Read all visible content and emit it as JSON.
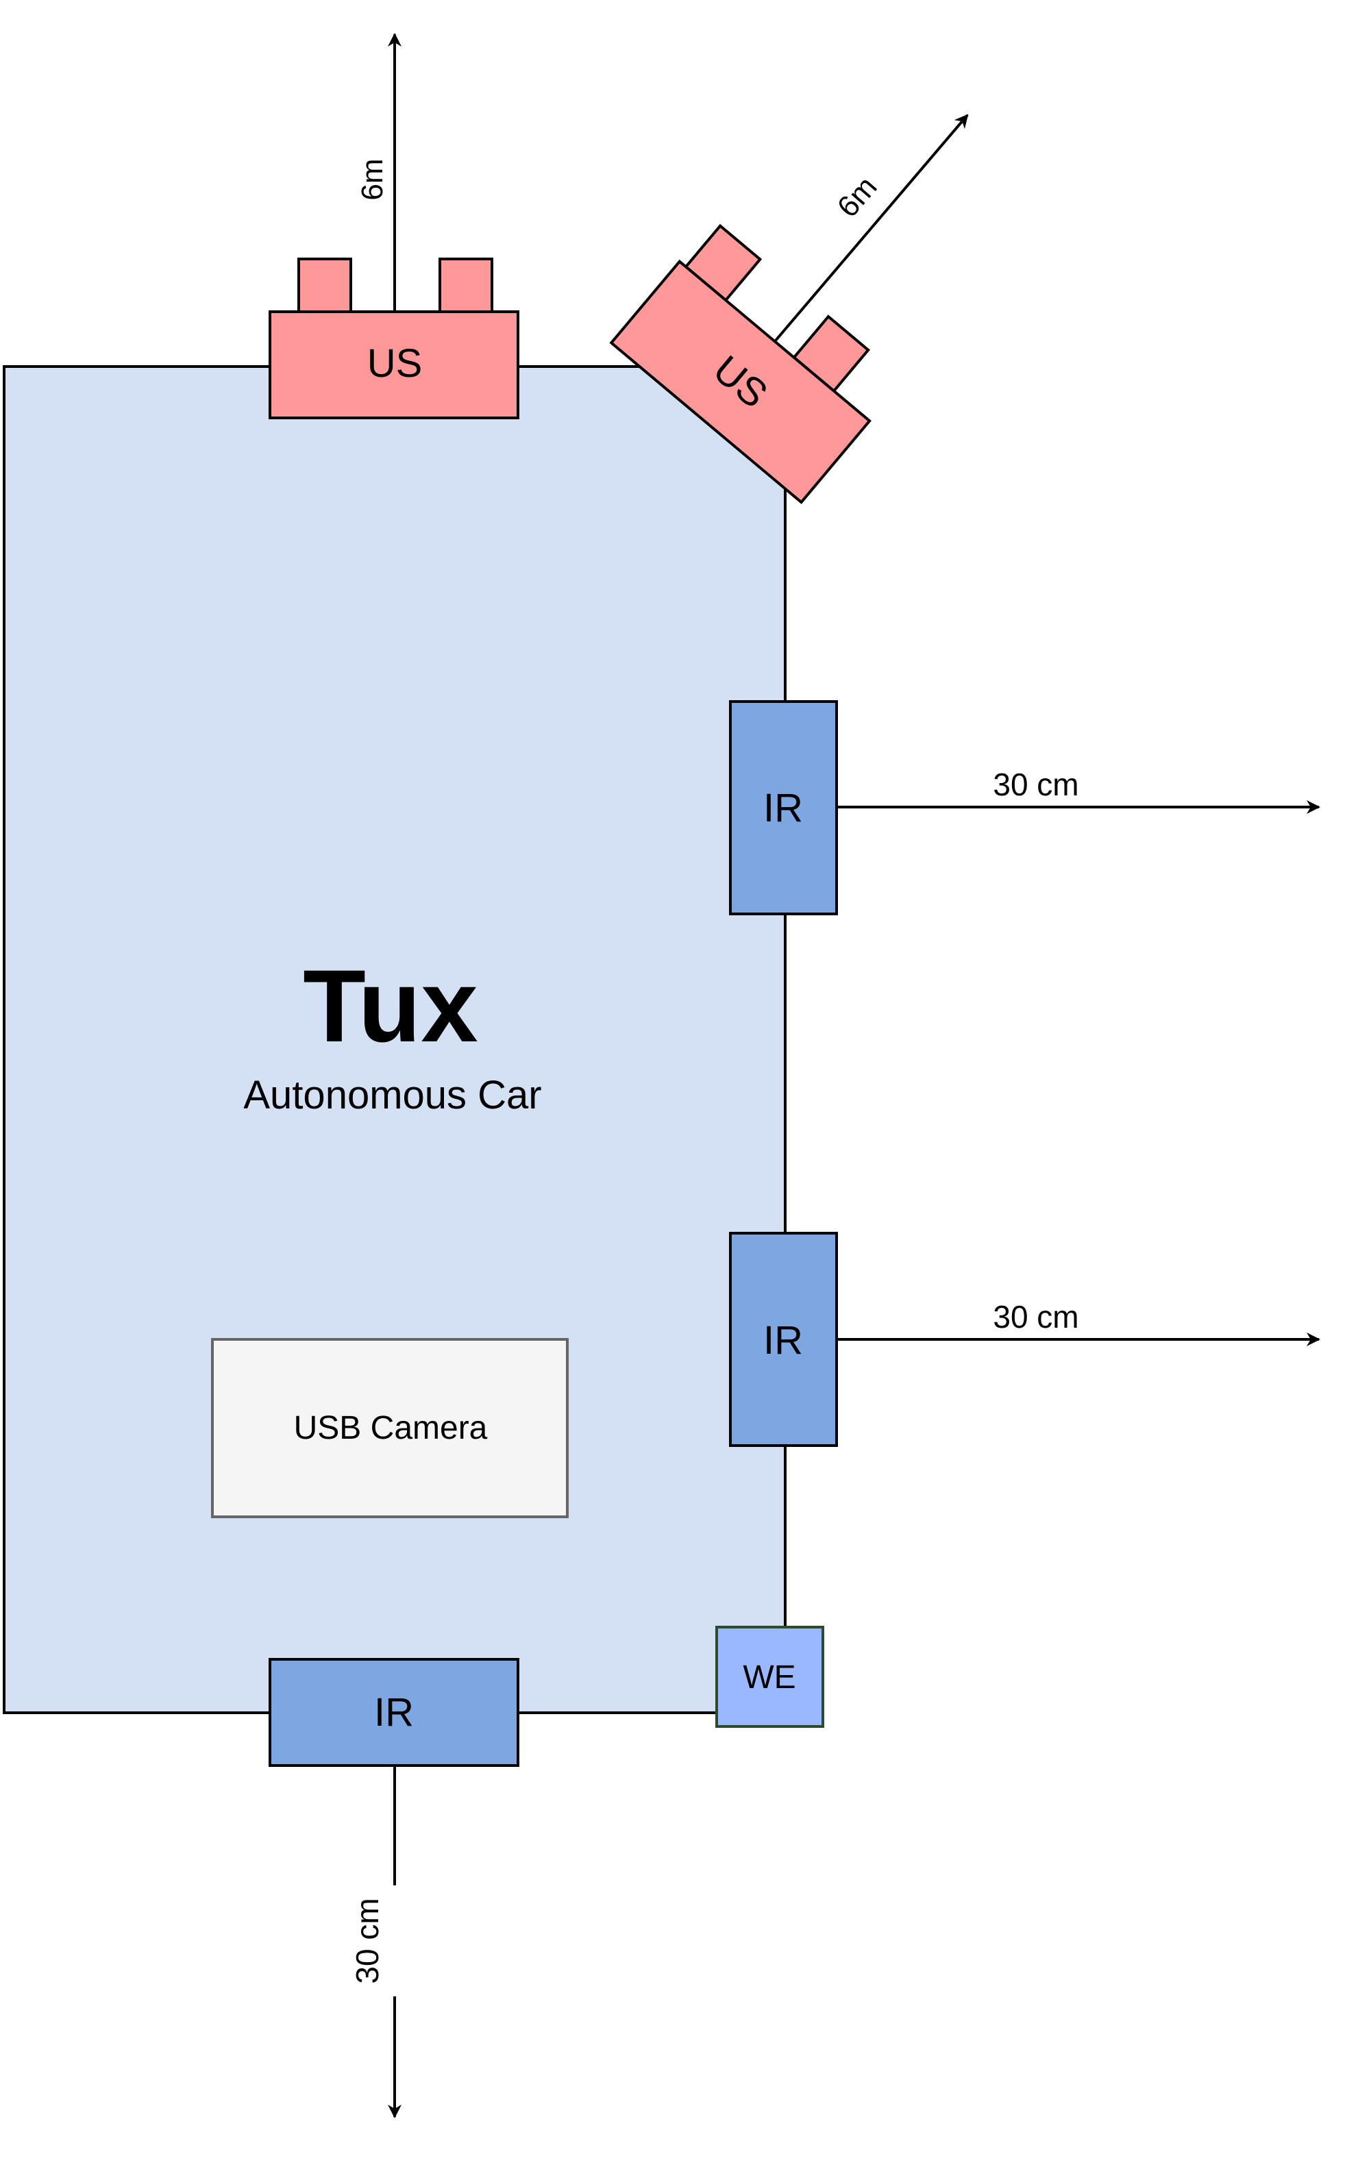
{
  "car": {
    "title": "Tux",
    "subtitle": "Autonomous Car",
    "body_color": "#d4e1f4"
  },
  "sensors": {
    "us_top": {
      "label": "US",
      "range": "6m"
    },
    "us_corner": {
      "label": "US",
      "range": "6m"
    },
    "ir_right_upper": {
      "label": "IR",
      "range": "30 cm"
    },
    "ir_right_lower": {
      "label": "IR",
      "range": "30 cm"
    },
    "ir_bottom": {
      "label": "IR",
      "range": "30 cm"
    },
    "wheel_encoder": {
      "label": "WE"
    }
  },
  "camera": {
    "label": "USB Camera"
  },
  "colors": {
    "us": "#ff9999",
    "ir": "#7ea6e0",
    "we": "#99b8ff",
    "camera_fill": "#f5f5f5",
    "arrow": "#000000"
  }
}
